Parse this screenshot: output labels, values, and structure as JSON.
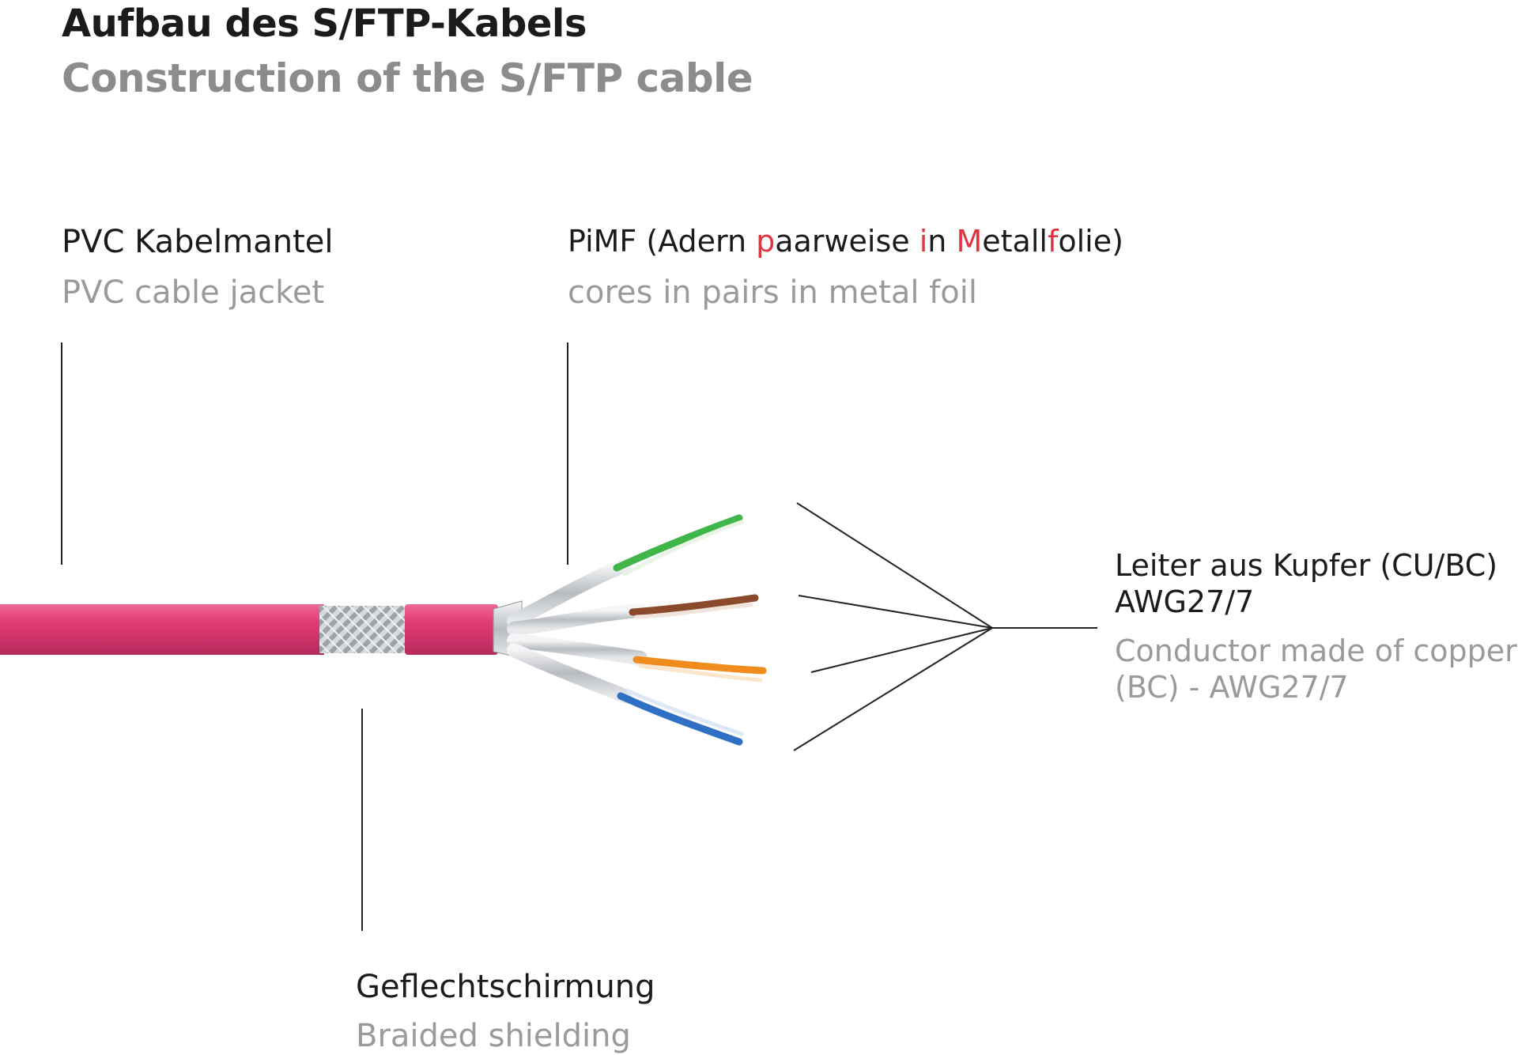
{
  "title": {
    "de": "Aufbau des S/FTP-Kabels",
    "en": "Construction of the S/FTP cable"
  },
  "labels": {
    "jacket": {
      "de": "PVC Kabelmantel",
      "en": "PVC cable jacket"
    },
    "pimf": {
      "de_parts": [
        "PiMF (Adern ",
        "p",
        "aarweise ",
        "i",
        "n ",
        "M",
        "etall",
        "f",
        "olie)"
      ],
      "en": "cores in pairs in metal foil"
    },
    "conductor": {
      "de_line1": "Leiter aus Kupfer (CU/BC)",
      "de_line2": "AWG27/7",
      "en_line1": "Conductor made of copper",
      "en_line2": "(BC) - AWG27/7"
    },
    "braid": {
      "de": "Geflechtschirmung",
      "en": "Braided shielding"
    }
  },
  "colors": {
    "jacket": "#e23c76",
    "highlight": "#e0343f",
    "wire_green": "#3fb54a",
    "wire_brown": "#8b4a2b",
    "wire_orange": "#f08c1e",
    "wire_blue": "#2f6fc4",
    "foil": "#c9ccd0"
  }
}
